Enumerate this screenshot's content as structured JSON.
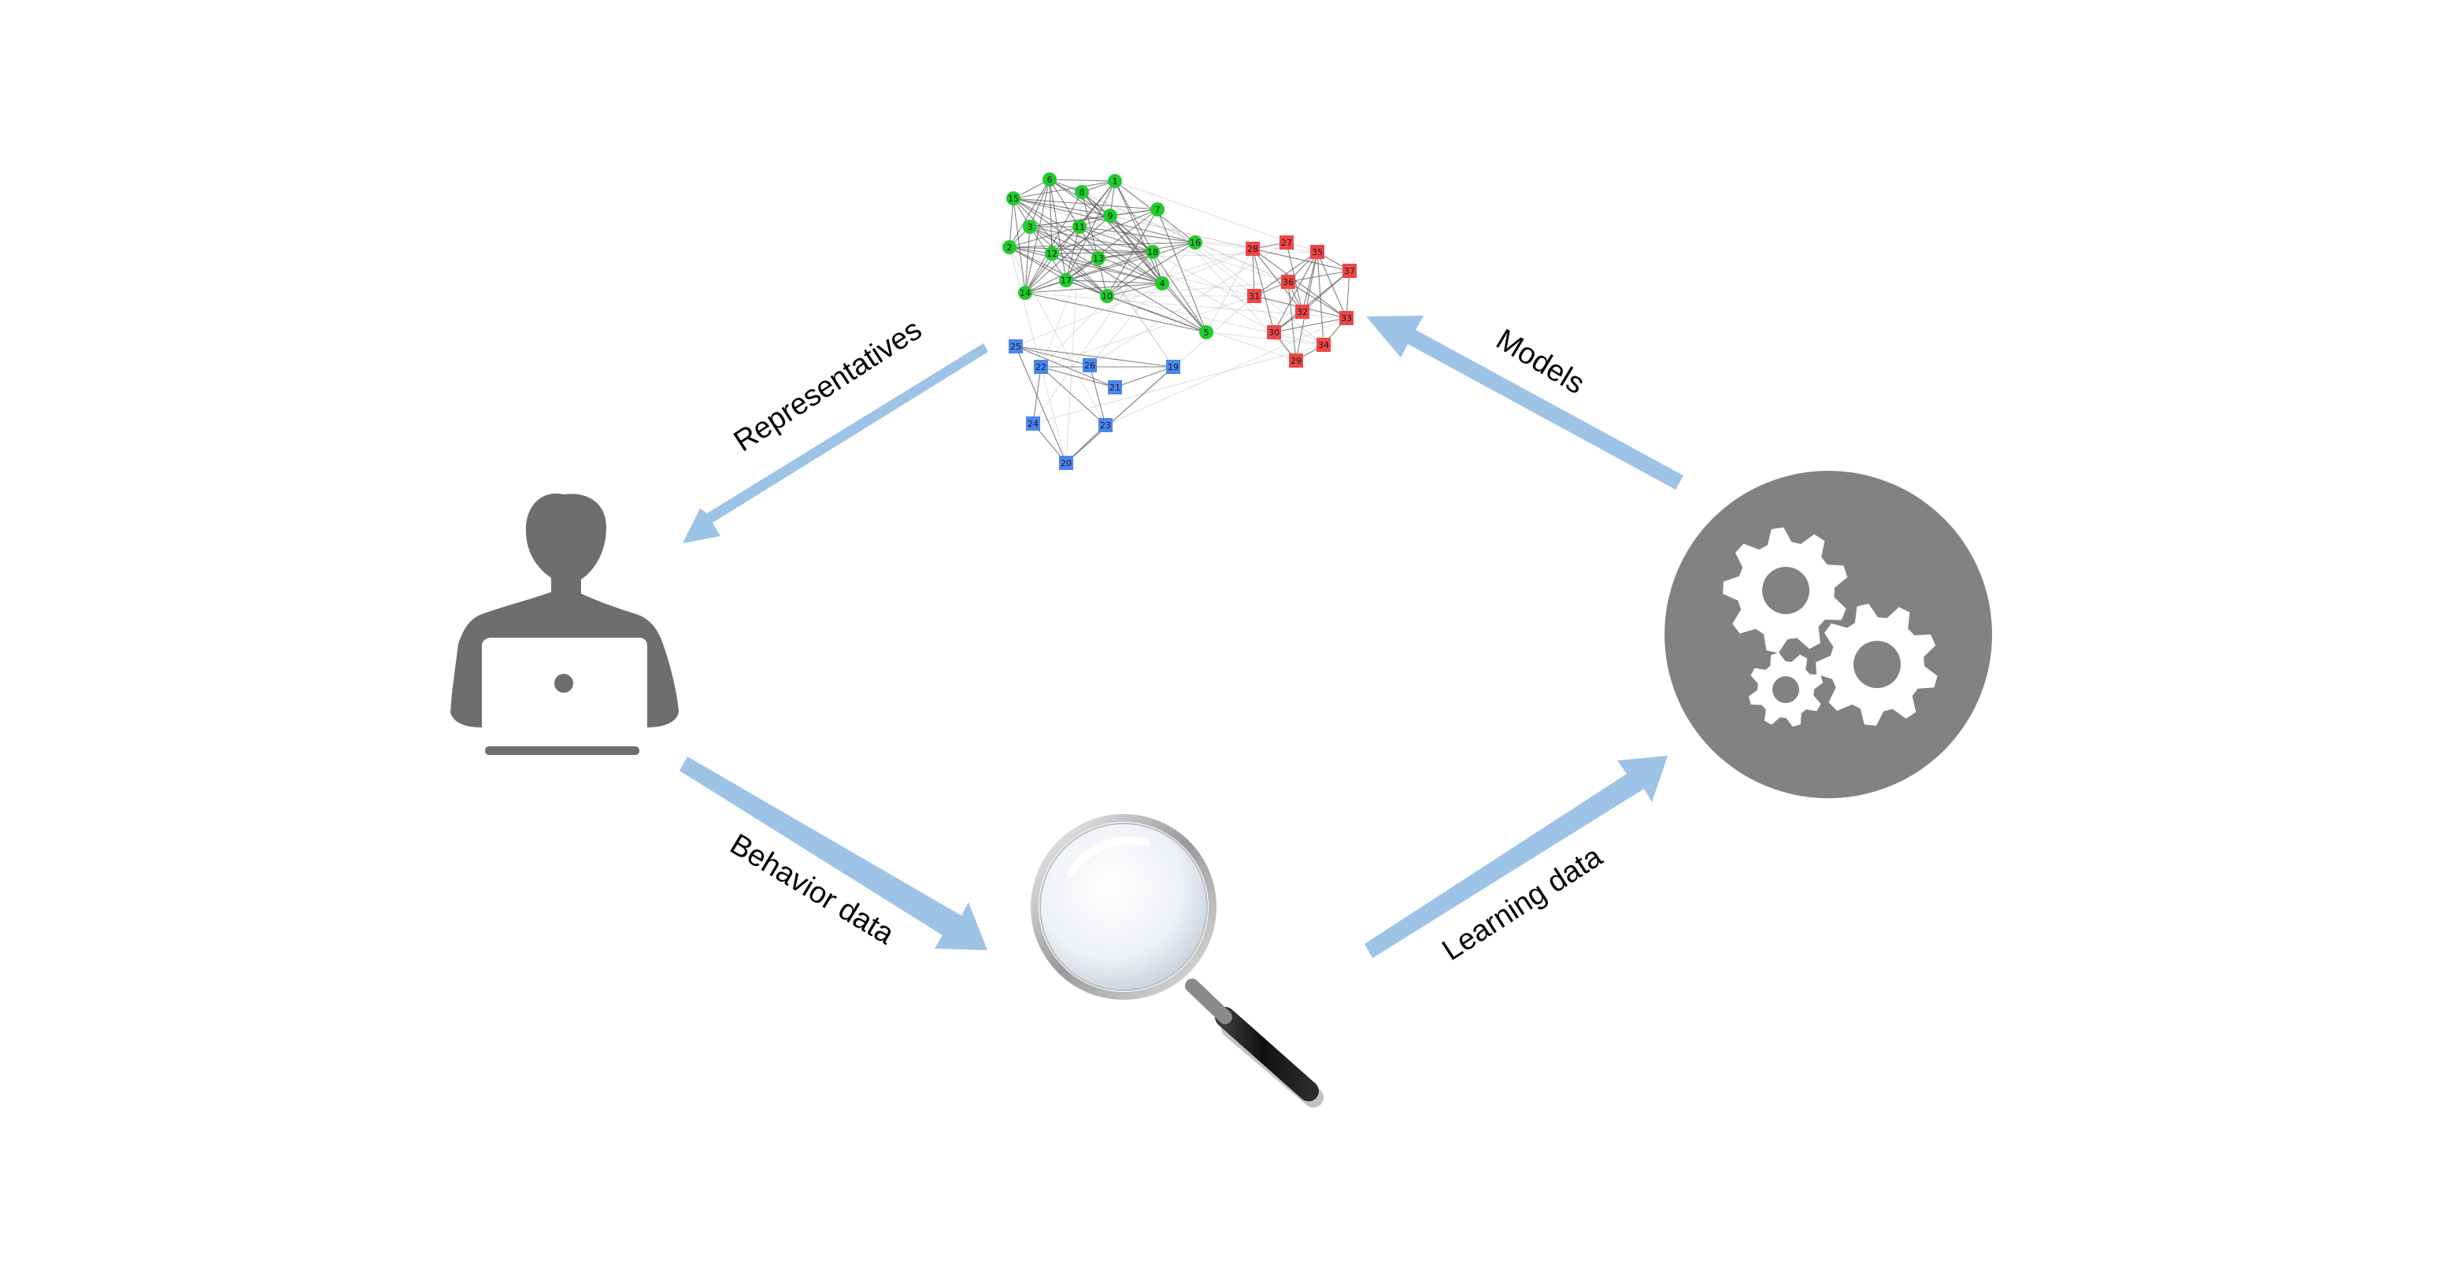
{
  "labels": {
    "representatives": "Representatives",
    "models": "Models",
    "behavior_data": "Behavior data",
    "learning_data": "Learning data"
  },
  "colors": {
    "arrow": "#9dc3e6",
    "icon_gray": "#6e6e6e",
    "circle_gray": "#828282",
    "cluster_green": "#1fcc2c",
    "cluster_red": "#f04545",
    "cluster_blue": "#4a86f0"
  },
  "icons": {
    "user": "person-with-laptop-icon",
    "gears": "gears-icon",
    "magnifier": "magnifying-glass-icon",
    "network": "clustered-network-graph"
  },
  "network": {
    "clusters": [
      {
        "name": "green",
        "shape": "circle",
        "nodes": [
          "15",
          "6",
          "8",
          "1",
          "9",
          "7",
          "2",
          "3",
          "12",
          "11",
          "13",
          "16",
          "17",
          "18",
          "4",
          "14",
          "10",
          "5"
        ]
      },
      {
        "name": "red",
        "shape": "square",
        "nodes": [
          "28",
          "27",
          "35",
          "37",
          "36",
          "31",
          "32",
          "33",
          "30",
          "34",
          "29"
        ]
      },
      {
        "name": "blue",
        "shape": "square",
        "nodes": [
          "25",
          "22",
          "26",
          "21",
          "19",
          "24",
          "23",
          "20"
        ]
      }
    ]
  }
}
